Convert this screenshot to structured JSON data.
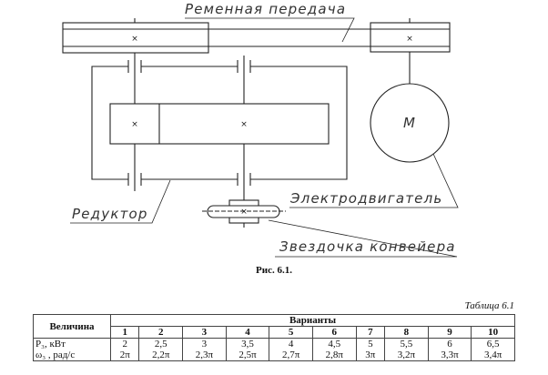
{
  "diagram": {
    "labels": {
      "belt": "Ременная передача",
      "motor": "Электродвигатель",
      "reducer": "Редуктор",
      "sprocket": "Звездочка конвейера",
      "motor_symbol": "M"
    },
    "caption": "Рис. 6.1."
  },
  "table": {
    "caption": "Таблица 6.1",
    "header_quantity": "Величина",
    "header_variants": "Варианты",
    "variants": [
      "1",
      "2",
      "3",
      "4",
      "5",
      "6",
      "7",
      "8",
      "9",
      "10"
    ],
    "rows": [
      {
        "label": "P₃, кВт",
        "values": [
          "2",
          "2,5",
          "3",
          "3,5",
          "4",
          "4,5",
          "5",
          "5,5",
          "6",
          "6,5"
        ]
      },
      {
        "label": "ω₃ , рад/с",
        "values": [
          "2π",
          "2,2π",
          "2,3π",
          "2,5π",
          "2,7π",
          "2,8π",
          "3π",
          "3,2π",
          "3,3π",
          "3,4π"
        ]
      }
    ]
  }
}
